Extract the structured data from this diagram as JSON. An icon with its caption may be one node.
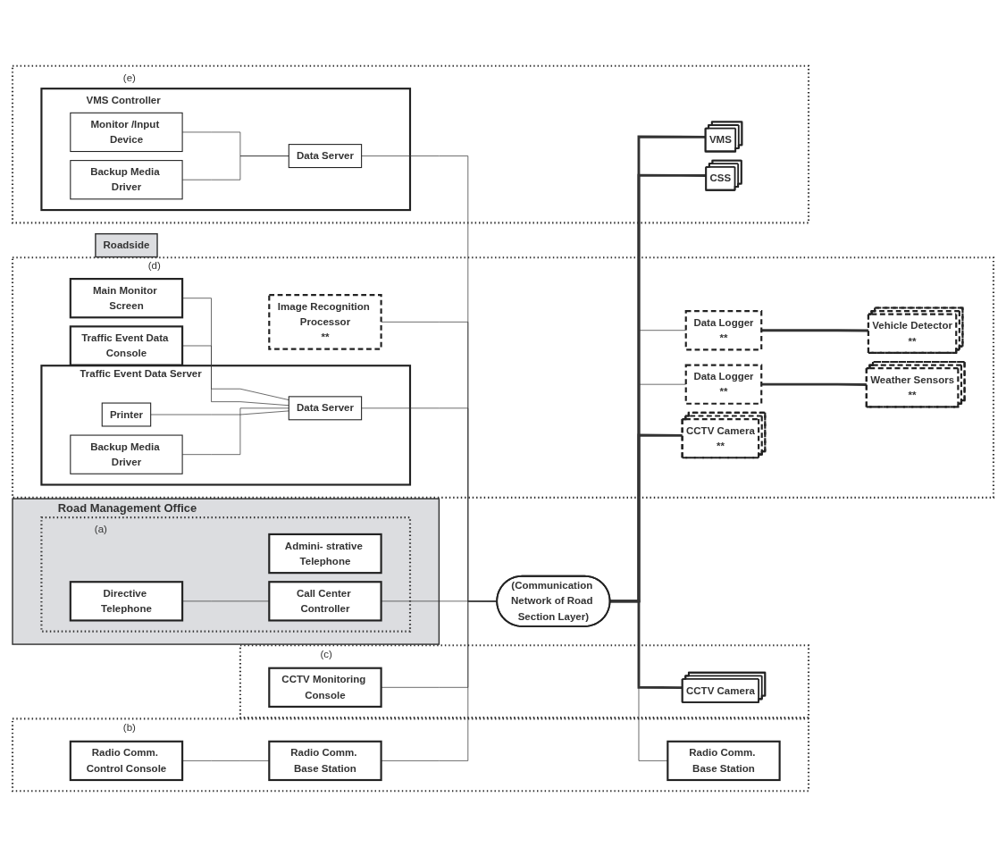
{
  "diagram": {
    "nodes": [
      {
        "text": [
          "Road Management Office"
        ]
      },
      {
        "text": [
          "(a)"
        ],
        "in": 0
      },
      {
        "text": [
          "Directive Telephone"
        ],
        "in": 1
      },
      {
        "text": [
          "Admini- strative Telephone"
        ],
        "in": 1
      },
      {
        "text": [
          "Call Center Controller"
        ],
        "in": 1
      },
      {
        "text": [
          "(b)"
        ]
      },
      {
        "text": [
          "Radio Comm. Control Console"
        ],
        "in": 5
      },
      {
        "text": [
          "Radio Comm. Base Station"
        ],
        "in": 5
      },
      {
        "text": [
          "(c)"
        ]
      },
      {
        "text": [
          "CCTV Monitoring Console"
        ],
        "in": 8
      },
      {
        "text": [
          "(d)"
        ]
      },
      {
        "text": [
          "Main Monitor Screen"
        ],
        "in": 10
      },
      {
        "text": [
          "Traffic Event Data Console"
        ],
        "in": 10
      },
      {
        "text": [
          "Image Recognition Processor",
          "**"
        ],
        "in": 10
      },
      {
        "text": [
          "Traffic Event Data Server"
        ],
        "in": 10
      },
      {
        "text": [
          "Printer"
        ],
        "in": 14
      },
      {
        "text": [
          "Data Server"
        ],
        "in": 14
      },
      {
        "text": [
          "Backup Media Driver"
        ],
        "in": 14
      },
      {
        "text": [
          "(e)"
        ]
      },
      {
        "text": [
          "VMS Controller"
        ],
        "in": 18
      },
      {
        "text": [
          "Monitor /Input Device"
        ],
        "in": 19
      },
      {
        "text": [
          "Data Server"
        ],
        "in": 19
      },
      {
        "text": [
          "Backup Media Driver"
        ],
        "in": 19
      },
      {
        "text": [
          "(Communication Network of Road Section Layer)"
        ]
      },
      {
        "text": [
          "Roadside"
        ]
      },
      {
        "text": [
          "Radio Comm. Base Station"
        ],
        "in": 5
      },
      {
        "text": [
          "CCTV Camera"
        ],
        "in": 8
      },
      {
        "text": [
          "Data Logger",
          "**"
        ],
        "in": 10
      },
      {
        "text": [
          "Data Logger",
          "**"
        ],
        "in": 10
      },
      {
        "text": [
          "CCTV Camera",
          "**"
        ],
        "in": 10
      },
      {
        "text": [
          "Vehicle Detector",
          "**"
        ],
        "in": 10
      },
      {
        "text": [
          "Weather Sensors",
          "**"
        ],
        "in": 10
      },
      {
        "text": [
          "VMS"
        ],
        "in": 18
      },
      {
        "text": [
          "CSS"
        ],
        "in": 18
      }
    ],
    "edges": [
      {
        "from": 2,
        "to": 4,
        "arrow": "none"
      },
      {
        "from": 6,
        "to": 7,
        "arrow": "none"
      },
      {
        "from": 11,
        "to": 16,
        "arrow": "none"
      },
      {
        "from": 12,
        "to": 16,
        "arrow": "none"
      },
      {
        "from": 15,
        "to": 16,
        "arrow": "none"
      },
      {
        "from": 17,
        "to": 16,
        "arrow": "none"
      },
      {
        "from": 20,
        "to": 21,
        "arrow": "none"
      },
      {
        "from": 22,
        "to": 21,
        "arrow": "none"
      },
      {
        "from": 7,
        "to": 23,
        "arrow": "none"
      },
      {
        "from": 9,
        "to": 23,
        "arrow": "none"
      },
      {
        "from": 4,
        "to": 23,
        "arrow": "none"
      },
      {
        "from": 13,
        "to": 23,
        "arrow": "none"
      },
      {
        "from": 16,
        "to": 23,
        "arrow": "none"
      },
      {
        "from": 21,
        "to": 23,
        "arrow": "none"
      },
      {
        "from": 23,
        "to": 25,
        "arrow": "none"
      },
      {
        "from": 23,
        "to": 26,
        "arrow": "none",
        "style": "thick"
      },
      {
        "from": 23,
        "to": 29,
        "arrow": "none",
        "style": "thick"
      },
      {
        "from": 23,
        "to": 27,
        "arrow": "none"
      },
      {
        "from": 23,
        "to": 28,
        "arrow": "none"
      },
      {
        "from": 27,
        "to": 30,
        "arrow": "none",
        "style": "thick"
      },
      {
        "from": 28,
        "to": 31,
        "arrow": "none",
        "style": "thick"
      },
      {
        "from": 23,
        "to": 32,
        "arrow": "none",
        "style": "thick"
      },
      {
        "from": 23,
        "to": 33,
        "arrow": "none",
        "style": "thick"
      }
    ]
  }
}
